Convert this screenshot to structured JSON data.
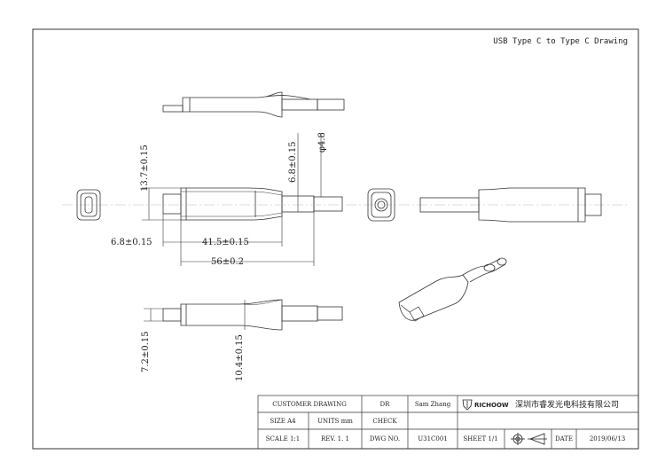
{
  "drawing": {
    "title": "USB Type C to Type C Drawing",
    "dimensions": {
      "height_left": "13.7±0.15",
      "height_mid": "6.8±0.15",
      "cable_dia": "φ4.8",
      "plug_len": "6.8±0.15",
      "body_len": "41.5±0.15",
      "total_len": "56±0.2",
      "plug_height": "7.2±0.15",
      "body_height": "10.4±0.15"
    }
  },
  "title_block": {
    "customer_drawing": "CUSTOMER DRAWING",
    "dr_label": "DR",
    "dr_name": "Sam Zhang",
    "company_logo": "RICHOOW",
    "company_name": "深圳市睿发光电科技有限公司",
    "size": "SIZE A4",
    "units": "UNITS mm",
    "check": "CHECK",
    "scale": "SCALE 1:1",
    "rev": "REV. 1. 1",
    "dwg_label": "DWG NO.",
    "dwg_no": "U31C001",
    "sheet": "SHEET 1/1",
    "date_label": "DATE",
    "date": "2019/06/13"
  }
}
